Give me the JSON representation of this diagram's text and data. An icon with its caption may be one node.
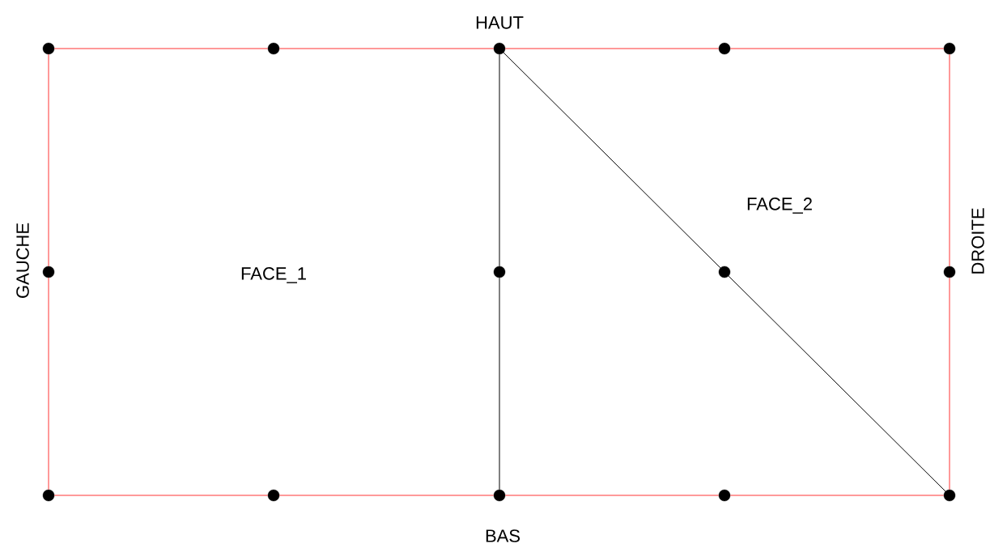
{
  "diagram": {
    "nodes": [
      {
        "text": [],
        "shape": "circle"
      },
      {
        "text": [],
        "shape": "circle"
      },
      {
        "text": [],
        "shape": "circle"
      },
      {
        "text": [],
        "shape": "circle"
      },
      {
        "text": [],
        "shape": "circle"
      },
      {
        "text": [],
        "shape": "circle"
      },
      {
        "text": [],
        "shape": "circle"
      },
      {
        "text": [],
        "shape": "circle"
      },
      {
        "text": [],
        "shape": "circle"
      },
      {
        "text": [],
        "shape": "circle"
      },
      {
        "text": [],
        "shape": "circle"
      },
      {
        "text": [],
        "shape": "circle"
      },
      {
        "text": [],
        "shape": "circle"
      },
      {
        "text": [],
        "shape": "circle"
      }
    ],
    "edges": [
      {
        "from": 0,
        "to": 1,
        "arrow": "none"
      },
      {
        "from": 1,
        "to": 2,
        "arrow": "none"
      },
      {
        "from": 2,
        "to": 3,
        "arrow": "none"
      },
      {
        "from": 3,
        "to": 4,
        "arrow": "none"
      },
      {
        "from": 4,
        "to": 8,
        "arrow": "none"
      },
      {
        "from": 8,
        "to": 13,
        "arrow": "none"
      },
      {
        "from": 9,
        "to": 10,
        "arrow": "none"
      },
      {
        "from": 10,
        "to": 11,
        "arrow": "none"
      },
      {
        "from": 11,
        "to": 12,
        "arrow": "none"
      },
      {
        "from": 12,
        "to": 13,
        "arrow": "none"
      },
      {
        "from": 0,
        "to": 5,
        "arrow": "none"
      },
      {
        "from": 5,
        "to": 9,
        "arrow": "none"
      },
      {
        "from": 2,
        "to": 6,
        "arrow": "none",
        "color": "#000000"
      },
      {
        "from": 6,
        "to": 11,
        "arrow": "none",
        "color": "#000000"
      },
      {
        "from": 2,
        "to": 7,
        "arrow": "none",
        "color": "#000000"
      },
      {
        "from": 7,
        "to": 13,
        "arrow": "none",
        "color": "#000000"
      }
    ],
    "labels": [
      "HAUT",
      "GAUCHE",
      "FACE_1",
      "FACE_2",
      "DROITE",
      "BAS"
    ]
  }
}
